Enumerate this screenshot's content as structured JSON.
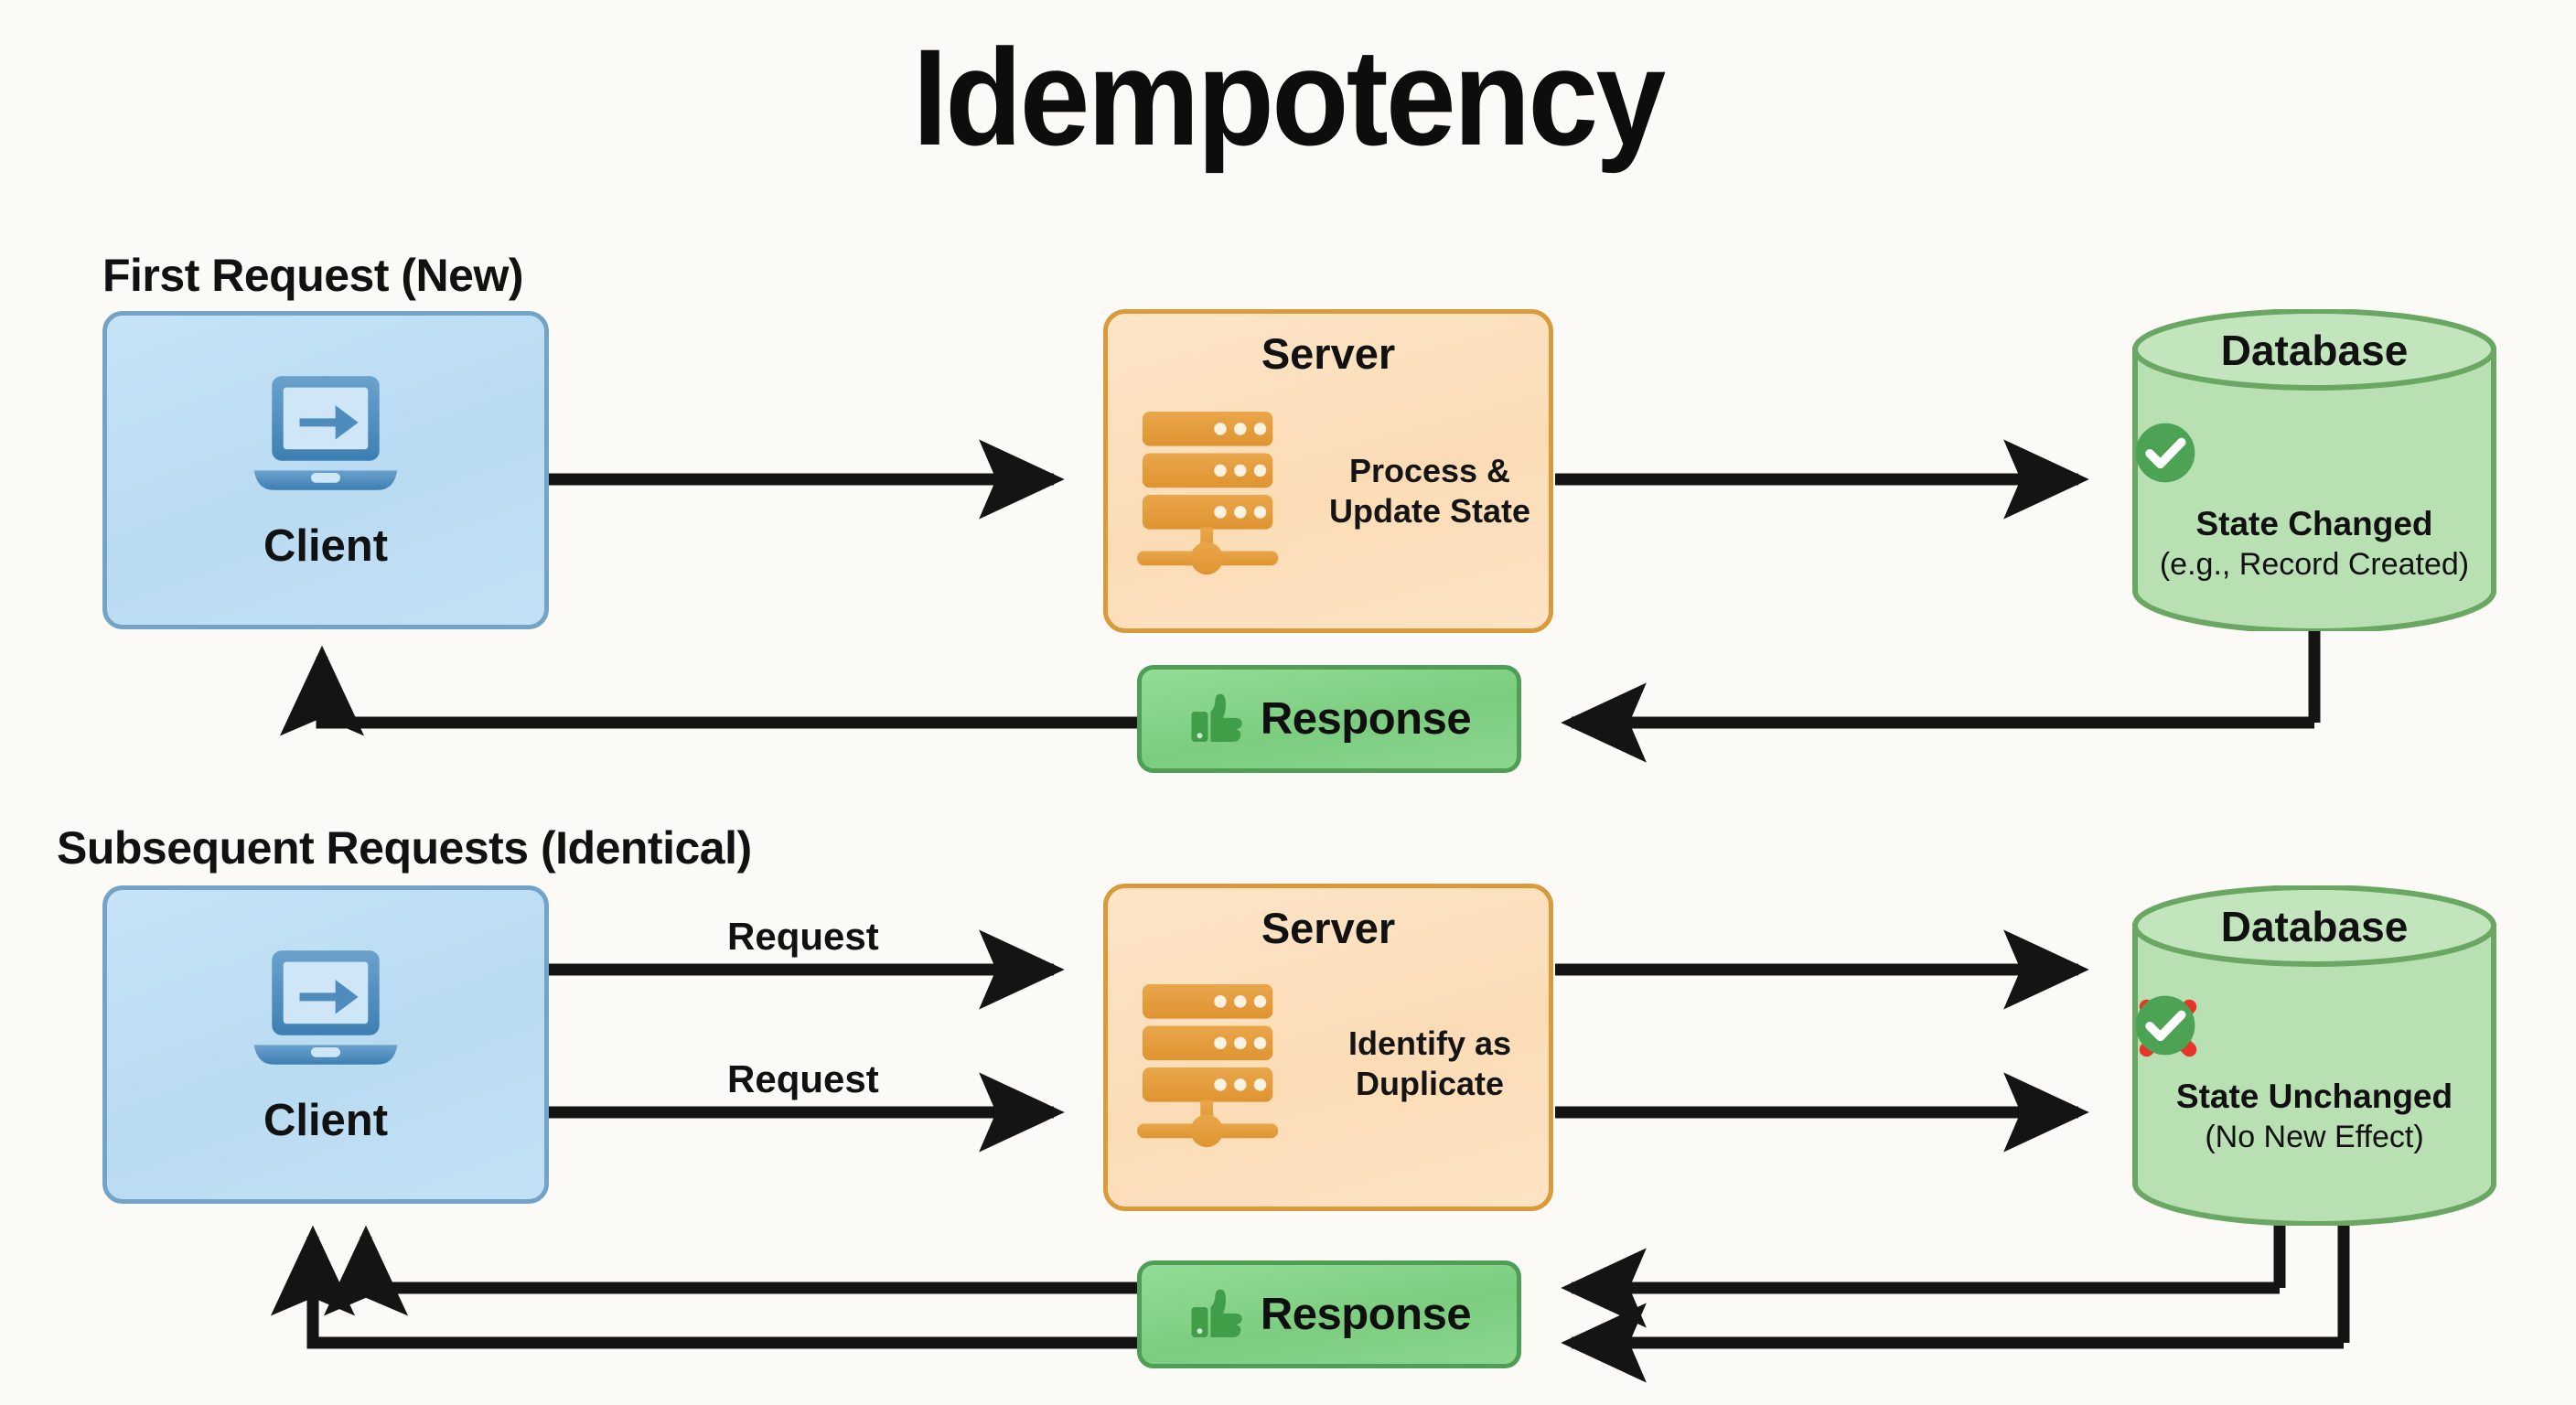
{
  "title": "Idempotency",
  "rows": [
    {
      "heading": "First Request (New)",
      "client": {
        "label": "Client",
        "icon": "laptop-with-arrow-icon"
      },
      "server": {
        "title": "Server",
        "text_line1": "Process &",
        "text_line2": "Update State",
        "icon": "server-rack-icon"
      },
      "database": {
        "title": "Database",
        "status_bold": "State Changed",
        "status_plain": "(e.g., Record Created)",
        "marks": [
          "check-circle-icon"
        ]
      },
      "response": {
        "label": "Response",
        "icon": "thumbs-up-icon"
      },
      "request_labels": []
    },
    {
      "heading": "Subsequent Requests (Identical)",
      "client": {
        "label": "Client",
        "icon": "laptop-with-arrow-icon"
      },
      "server": {
        "title": "Server",
        "text_line1": "Identify as",
        "text_line2": "Duplicate",
        "icon": "server-rack-icon"
      },
      "database": {
        "title": "Database",
        "status_bold": "State Unchanged",
        "status_plain": "(No New Effect)",
        "marks": [
          "red-cross-icon",
          "check-circle-icon"
        ]
      },
      "response": {
        "label": "Response",
        "icon": "thumbs-up-icon"
      },
      "request_labels": [
        "Request",
        "Request"
      ]
    }
  ],
  "colors": {
    "background": "#fbfaf7",
    "client_fill": "#bfdff2",
    "client_border": "#74a3c8",
    "client_icon": "#4f8cbe",
    "server_fill": "#fbdcb6",
    "server_border": "#d99a3c",
    "server_icon": "#e09a38",
    "database_fill": "#b9e0b2",
    "database_border": "#6aa763",
    "response_fill": "#81d68a",
    "response_border": "#4e9e55",
    "check_green": "#4ba353",
    "cross_red": "#e8352b",
    "arrow_black": "#141414",
    "text": "#111111"
  }
}
